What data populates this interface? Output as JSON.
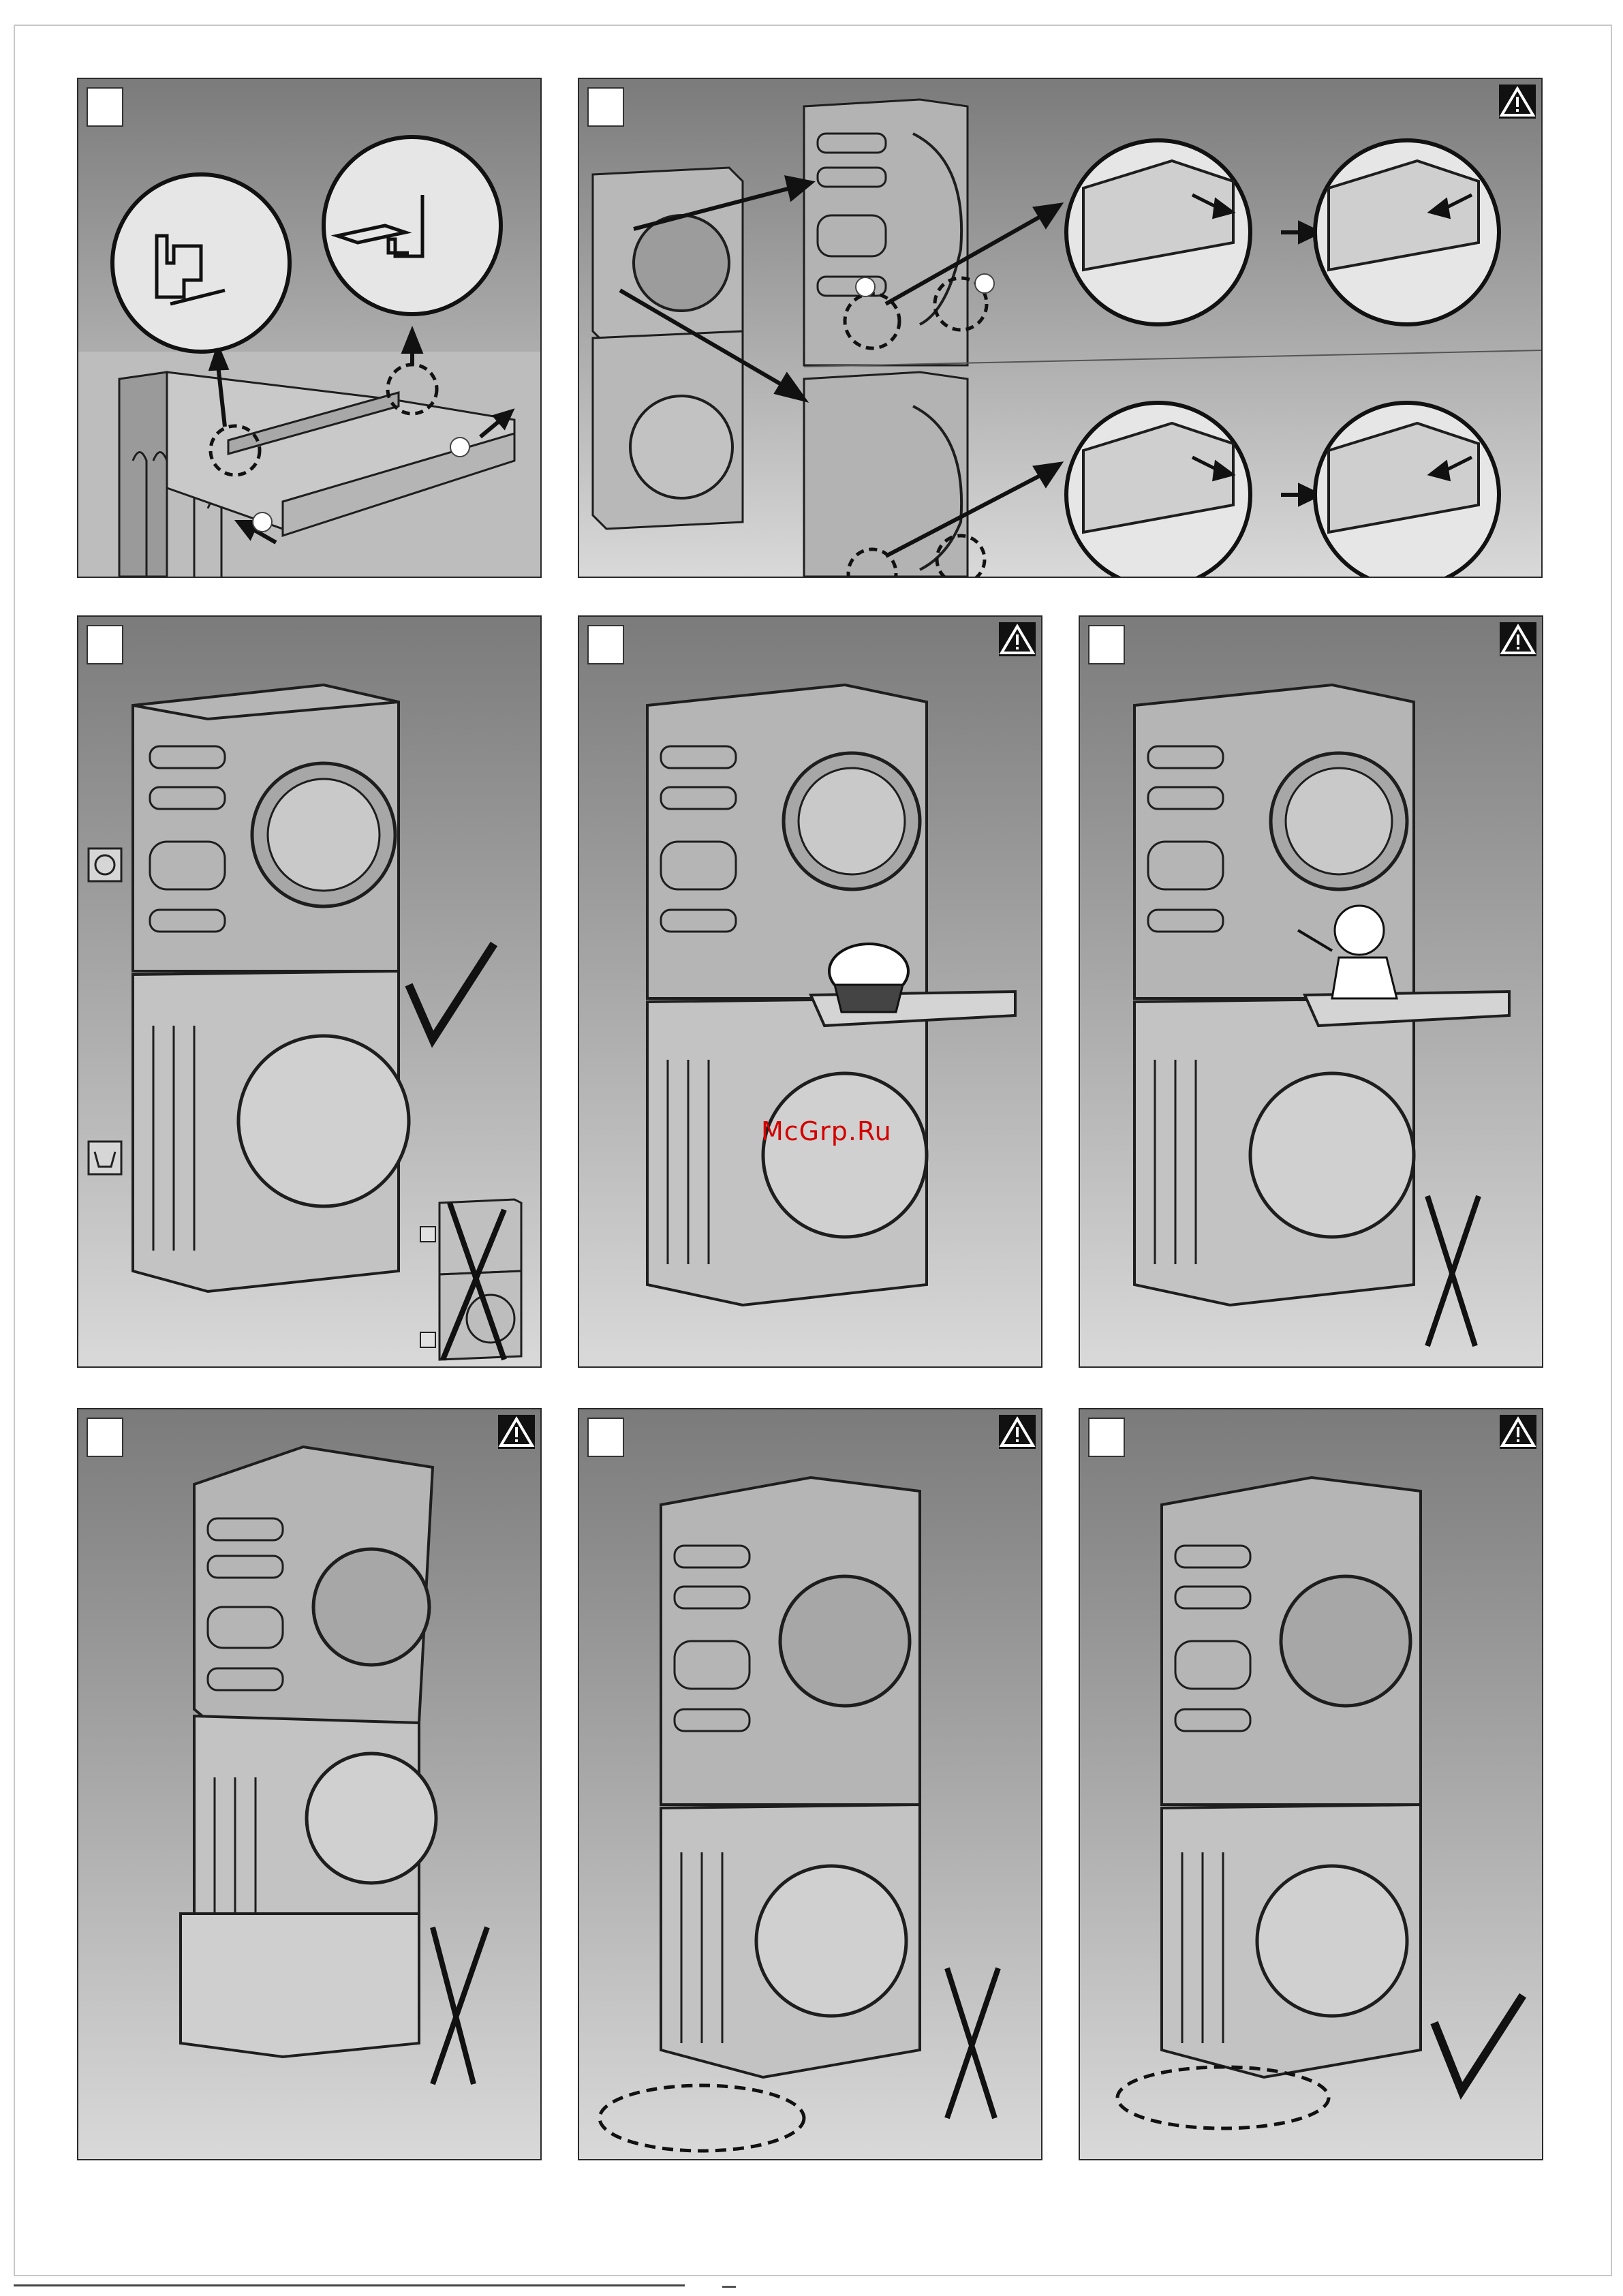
{
  "watermark": "McGrp.Ru",
  "panels": [
    {
      "id": "p1",
      "number": "",
      "warning": false
    },
    {
      "id": "p2",
      "number": "",
      "warning": true
    },
    {
      "id": "p3",
      "number": "",
      "warning": false
    },
    {
      "id": "p4",
      "number": "",
      "warning": true
    },
    {
      "id": "p5",
      "number": "",
      "warning": true
    },
    {
      "id": "p6",
      "number": "",
      "warning": true
    },
    {
      "id": "p7",
      "number": "",
      "warning": true
    },
    {
      "id": "p8",
      "number": "",
      "warning": true
    }
  ],
  "icons": {
    "warning": "warning-triangle-icon",
    "check": "check-mark-icon",
    "cross": "cross-mark-icon",
    "dryer_symbol": "dryer-symbol-icon",
    "washer_symbol": "washer-symbol-icon"
  },
  "colors": {
    "panel_dark": "#7b7b7b",
    "panel_light": "#d9d9d9",
    "line": "#1e1e1e",
    "watermark": "#d40000"
  }
}
